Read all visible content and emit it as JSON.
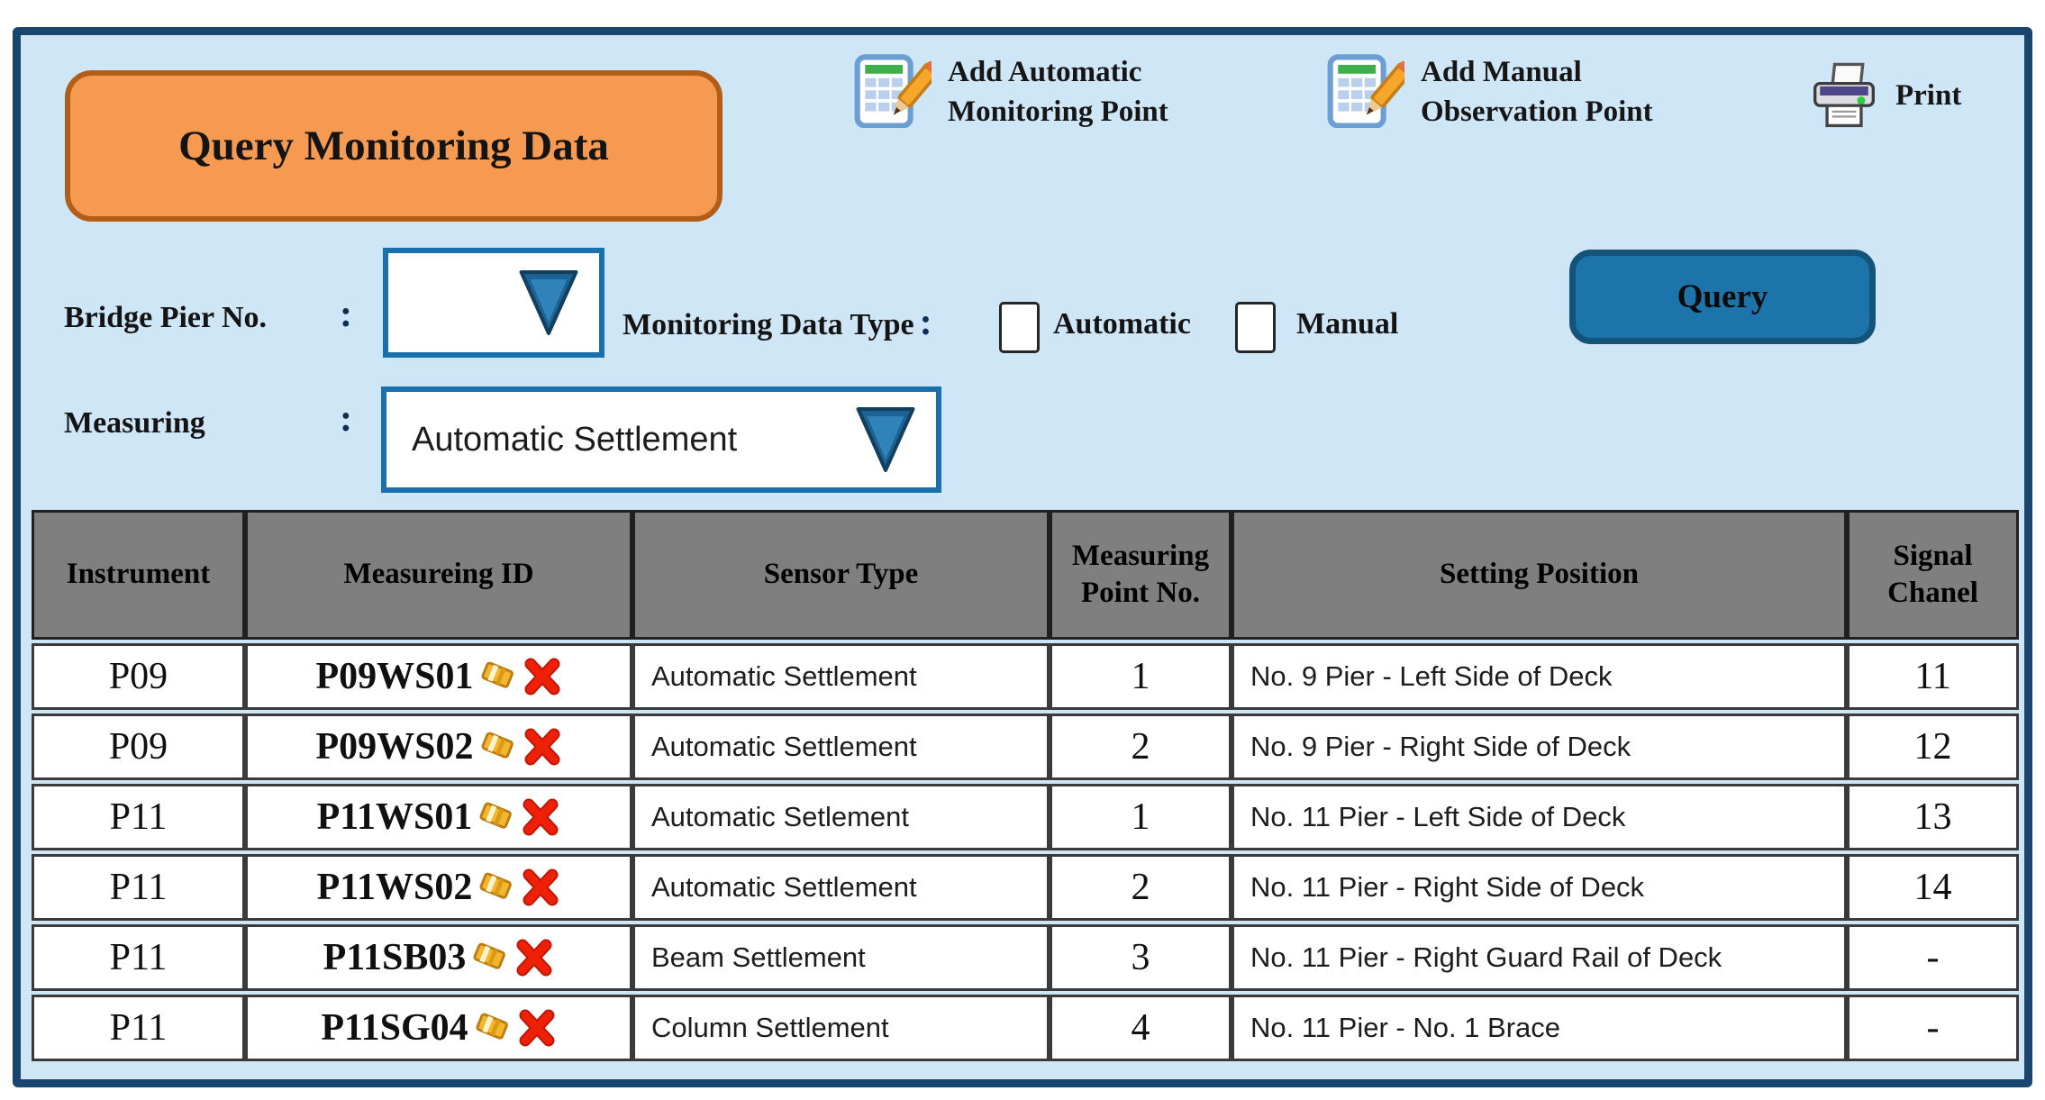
{
  "title": "Query Monitoring Data",
  "toolbar": {
    "add_automatic": {
      "line1": "Add Automatic",
      "line2": "Monitoring Point"
    },
    "add_manual": {
      "line1": "Add Manual",
      "line2": "Observation Point"
    },
    "print_label": "Print"
  },
  "filters": {
    "bridge_pier_label": "Bridge Pier No.",
    "colon": ":",
    "bridge_pier_value": "",
    "data_type_label": "Monitoring Data Type",
    "checkbox_automatic_label": "Automatic",
    "checkbox_automatic_checked": false,
    "checkbox_manual_label": "Manual",
    "checkbox_manual_checked": false,
    "query_button_label": "Query",
    "measuring_label": "Measuring",
    "measuring_value": "Automatic Settlement"
  },
  "table": {
    "headers": [
      "Instrument",
      "Measureing ID",
      "Sensor Type",
      "Measuring Point No.",
      "Setting Position",
      "Signal Chanel"
    ],
    "rows": [
      {
        "instrument": "P09",
        "measuring_id": "P09WS01",
        "sensor_type": "Automatic Settlement",
        "point_no": "1",
        "setting_position": "No. 9 Pier - Left Side of Deck",
        "signal_channel": "11"
      },
      {
        "instrument": "P09",
        "measuring_id": "P09WS02",
        "sensor_type": "Automatic Settlement",
        "point_no": "2",
        "setting_position": "No. 9 Pier - Right Side of Deck",
        "signal_channel": "12"
      },
      {
        "instrument": "P11",
        "measuring_id": "P11WS01",
        "sensor_type": "Automatic Setlement",
        "point_no": "1",
        "setting_position": "No. 11 Pier - Left Side of Deck",
        "signal_channel": "13"
      },
      {
        "instrument": "P11",
        "measuring_id": "P11WS02",
        "sensor_type": "Automatic Settlement",
        "point_no": "2",
        "setting_position": "No. 11 Pier - Right Side of Deck",
        "signal_channel": "14"
      },
      {
        "instrument": "P11",
        "measuring_id": "P11SB03",
        "sensor_type": "Beam Settlement",
        "point_no": "3",
        "setting_position": "No. 11 Pier - Right Guard Rail of Deck",
        "signal_channel": "-"
      },
      {
        "instrument": "P11",
        "measuring_id": "P11SG04",
        "sensor_type": "Column Settlement",
        "point_no": "4",
        "setting_position": "No. 11 Pier - No. 1 Brace",
        "signal_channel": "-"
      }
    ]
  },
  "icons": {
    "add_point": "spreadsheet-with-pencil",
    "print": "printer",
    "dropdown_arrow": "blue-down-triangle",
    "edit_tag": "gold-tag",
    "delete": "red-x"
  },
  "colors": {
    "panel_bg": "#cfe6f7",
    "panel_border": "#1a456e",
    "title_bg": "#f59a50",
    "title_border": "#b25e18",
    "query_bg": "#1d74ab",
    "query_border": "#14537a",
    "dropdown_border": "#1a70ad",
    "triangle": "#1d6294",
    "header_bg": "#7f7f7f",
    "row_border": "#3a3a3a",
    "delete_red": "#ee2008",
    "tag_gold": "#f5b62f"
  }
}
